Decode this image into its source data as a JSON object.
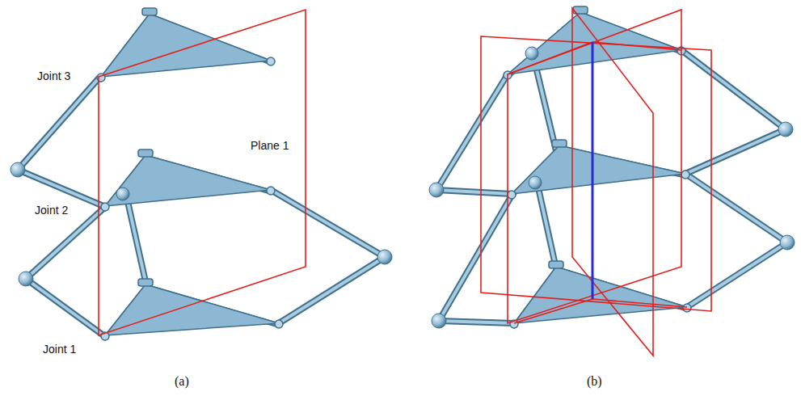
{
  "diagram": {
    "labels": [
      "Joint 3",
      "Plane 1",
      "Joint 2",
      "Joint 1",
      "(a)",
      "(b)"
    ]
  }
}
